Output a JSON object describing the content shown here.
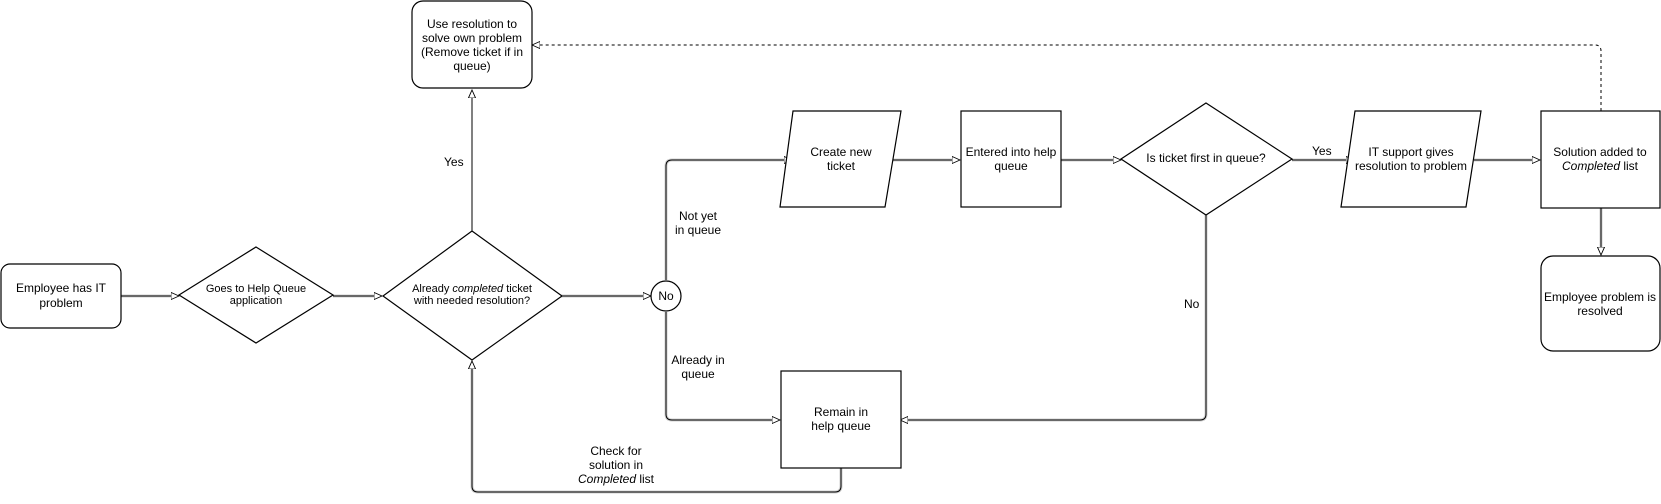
{
  "nodes": {
    "employee_has_problem": {
      "lines": [
        "Employee has IT",
        "problem"
      ]
    },
    "goes_to_app": {
      "lines": [
        "Goes to Help Queue",
        "application"
      ]
    },
    "already_completed": {
      "line1_pre": "Already ",
      "line1_em": "completed",
      "line1_post": " ticket",
      "line2": "with needed resolution?"
    },
    "use_resolution": {
      "lines": [
        "Use resolution to",
        "solve own problem",
        "(Remove ticket if in",
        "queue)"
      ]
    },
    "no_junction": {
      "label": "No"
    },
    "create_ticket": {
      "lines": [
        "Create new",
        "ticket"
      ]
    },
    "entered_queue": {
      "lines": [
        "Entered into help",
        "queue"
      ]
    },
    "first_in_queue": {
      "label": "Is ticket first in queue?"
    },
    "it_support": {
      "lines": [
        "IT support gives",
        "resolution to problem"
      ]
    },
    "solution_added": {
      "line1": "Solution added to",
      "line2_em": "Completed",
      "line2_post": " list"
    },
    "problem_resolved": {
      "lines": [
        "Employee problem is",
        "resolved"
      ]
    },
    "remain_queue": {
      "lines": [
        "Remain in",
        "help queue"
      ]
    }
  },
  "edge_labels": {
    "yes_up": "Yes",
    "not_yet": [
      "Not yet",
      "in queue"
    ],
    "already_in": [
      "Already in",
      "queue"
    ],
    "yes_right": "Yes",
    "no_down": "No",
    "check_solution": {
      "line1": "Check for",
      "line2": "solution in",
      "line3_em": "Completed",
      "line3_post": " list"
    }
  }
}
